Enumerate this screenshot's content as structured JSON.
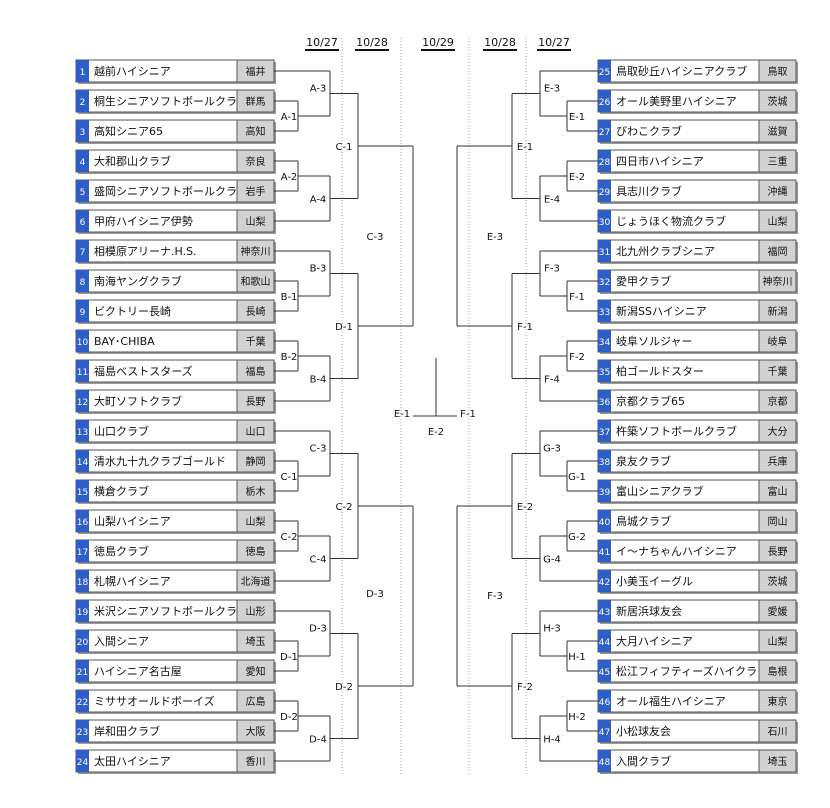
{
  "dates": [
    "10/27",
    "10/28",
    "10/29",
    "10/28",
    "10/27"
  ],
  "left_teams": [
    {
      "num": "1",
      "name": "越前ハイシニア",
      "pref": "福井"
    },
    {
      "num": "2",
      "name": "桐生シニアソフトボールクラブ",
      "pref": "群馬"
    },
    {
      "num": "3",
      "name": "高知シニア65",
      "pref": "高知"
    },
    {
      "num": "4",
      "name": "大和郡山クラブ",
      "pref": "奈良"
    },
    {
      "num": "5",
      "name": "盛岡シニアソフトボールクラブ",
      "pref": "岩手"
    },
    {
      "num": "6",
      "name": "甲府ハイシニア伊勢",
      "pref": "山梨"
    },
    {
      "num": "7",
      "name": "相模原アリーナ.H.S.",
      "pref": "神奈川"
    },
    {
      "num": "8",
      "name": "南海ヤングクラブ",
      "pref": "和歌山"
    },
    {
      "num": "9",
      "name": "ビクトリー長崎",
      "pref": "長崎"
    },
    {
      "num": "10",
      "name": "BAY･CHIBA",
      "pref": "千葉"
    },
    {
      "num": "11",
      "name": "福島ベストスターズ",
      "pref": "福島"
    },
    {
      "num": "12",
      "name": "大町ソフトクラブ",
      "pref": "長野"
    },
    {
      "num": "13",
      "name": "山口クラブ",
      "pref": "山口"
    },
    {
      "num": "14",
      "name": "清水九十九クラブゴールド",
      "pref": "静岡"
    },
    {
      "num": "15",
      "name": "横倉クラブ",
      "pref": "栃木"
    },
    {
      "num": "16",
      "name": "山梨ハイシニア",
      "pref": "山梨"
    },
    {
      "num": "17",
      "name": "徳島クラブ",
      "pref": "徳島"
    },
    {
      "num": "18",
      "name": "札幌ハイシニア",
      "pref": "北海道"
    },
    {
      "num": "19",
      "name": "米沢シニアソフトボールクラブ",
      "pref": "山形"
    },
    {
      "num": "20",
      "name": "入間シニア",
      "pref": "埼玉"
    },
    {
      "num": "21",
      "name": "ハイシニア名古屋",
      "pref": "愛知"
    },
    {
      "num": "22",
      "name": "ミササオールドボーイズ",
      "pref": "広島"
    },
    {
      "num": "23",
      "name": "岸和田クラブ",
      "pref": "大阪"
    },
    {
      "num": "24",
      "name": "太田ハイシニア",
      "pref": "香川"
    }
  ],
  "right_teams": [
    {
      "num": "25",
      "name": "鳥取砂丘ハイシニアクラブ",
      "pref": "鳥取"
    },
    {
      "num": "26",
      "name": "オール美野里ハイシニア",
      "pref": "茨城"
    },
    {
      "num": "27",
      "name": "びわこクラブ",
      "pref": "滋賀"
    },
    {
      "num": "28",
      "name": "四日市ハイシニア",
      "pref": "三重"
    },
    {
      "num": "29",
      "name": "具志川クラブ",
      "pref": "沖縄"
    },
    {
      "num": "30",
      "name": "じょうほく物流クラブ",
      "pref": "山梨"
    },
    {
      "num": "31",
      "name": "北九州クラブシニア",
      "pref": "福岡"
    },
    {
      "num": "32",
      "name": "愛甲クラブ",
      "pref": "神奈川"
    },
    {
      "num": "33",
      "name": "新潟SSハイシニア",
      "pref": "新潟"
    },
    {
      "num": "34",
      "name": "岐阜ソルジャー",
      "pref": "岐阜"
    },
    {
      "num": "35",
      "name": "柏ゴールドスター",
      "pref": "千葉"
    },
    {
      "num": "36",
      "name": "京都クラブ65",
      "pref": "京都"
    },
    {
      "num": "37",
      "name": "杵築ソフトボールクラブ",
      "pref": "大分"
    },
    {
      "num": "38",
      "name": "泉友クラブ",
      "pref": "兵庫"
    },
    {
      "num": "39",
      "name": "富山シニアクラブ",
      "pref": "富山"
    },
    {
      "num": "40",
      "name": "鳥城クラブ",
      "pref": "岡山"
    },
    {
      "num": "41",
      "name": "イ～ナちゃんハイシニア",
      "pref": "長野"
    },
    {
      "num": "42",
      "name": "小美玉イーグル",
      "pref": "茨城"
    },
    {
      "num": "43",
      "name": "新居浜球友会",
      "pref": "愛媛"
    },
    {
      "num": "44",
      "name": "大月ハイシニア",
      "pref": "山梨"
    },
    {
      "num": "45",
      "name": "松江フィフティーズハイクラブ",
      "pref": "島根"
    },
    {
      "num": "46",
      "name": "オール福生ハイシニア",
      "pref": "東京"
    },
    {
      "num": "47",
      "name": "小松球友会",
      "pref": "石川"
    },
    {
      "num": "48",
      "name": "入間クラブ",
      "pref": "埼玉"
    }
  ],
  "left_round1": [
    "A-1",
    "A-2",
    "B-1",
    "B-2",
    "C-1",
    "C-2",
    "D-1",
    "D-2"
  ],
  "left_round2": [
    "A-3",
    "A-4",
    "B-3",
    "B-4",
    "C-3",
    "C-4",
    "D-3",
    "D-4"
  ],
  "left_round3": [
    "C-1",
    "D-1",
    "C-2",
    "D-2"
  ],
  "left_round4": [
    "C-3",
    "D-3"
  ],
  "right_round1": [
    "E-1",
    "E-2",
    "F-1",
    "F-2",
    "G-1",
    "G-2",
    "H-1",
    "H-2"
  ],
  "right_round2": [
    "E-3",
    "E-4",
    "F-3",
    "F-4",
    "G-3",
    "G-4",
    "H-3",
    "H-4"
  ],
  "right_round3": [
    "E-1",
    "F-1",
    "E-2",
    "F-2"
  ],
  "right_round4": [
    "E-3",
    "F-3"
  ],
  "semifinals": [
    "E-1",
    "F-1"
  ],
  "final": "E-2",
  "colors": {
    "num_bg": "#2e5ec8",
    "box_border": "#555555",
    "pref_bg": "#d2d2d2",
    "line": "#333333",
    "dotted": "#aaaaaa"
  }
}
